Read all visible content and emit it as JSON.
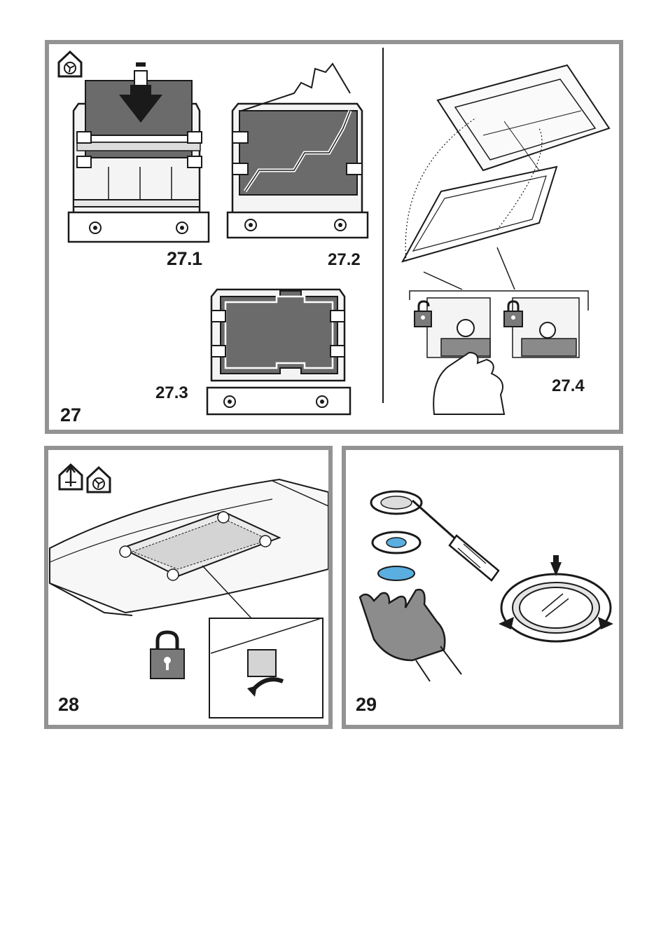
{
  "figures": {
    "fig27": {
      "number": "27",
      "steps": [
        "27.1",
        "27.2",
        "27.3",
        "27.4"
      ]
    },
    "fig28": {
      "number": "28"
    },
    "fig29": {
      "number": "29"
    }
  },
  "icons": {
    "recirculation": "house-fan-recirculation-icon",
    "extraction": "house-fan-extraction-icon",
    "padlock_open": "padlock-open-icon",
    "padlock_closed": "padlock-closed-icon"
  },
  "colors": {
    "frame": "#939393",
    "filter_fill": "#6b6b6b",
    "lamp_blue": "#5aaee0",
    "glove_gray": "#8c8c8c"
  }
}
